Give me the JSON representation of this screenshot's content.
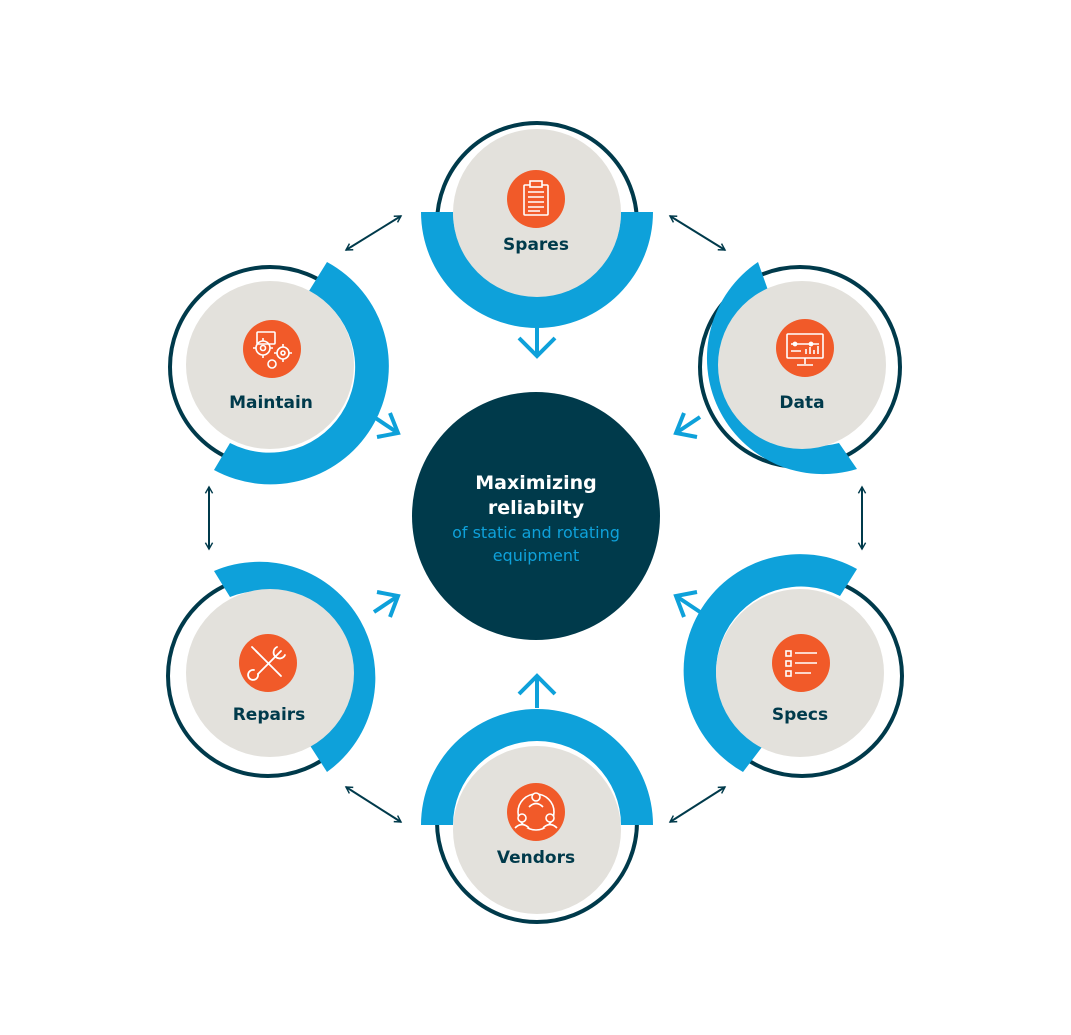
{
  "colors": {
    "navy": "#003a4b",
    "blue": "#0ea1da",
    "orange": "#f15a29",
    "gray": "#e3e1dc",
    "white": "#ffffff"
  },
  "center": {
    "title_line1": "Maximizing",
    "title_line2": "reliabilty",
    "subtitle_line1": "of static and rotating",
    "subtitle_line2": "equipment"
  },
  "nodes": [
    {
      "id": "spares",
      "label": "Spares",
      "icon": "clipboard-list-icon"
    },
    {
      "id": "data",
      "label": "Data",
      "icon": "monitor-chart-icon"
    },
    {
      "id": "specs",
      "label": "Specs",
      "icon": "checklist-icon"
    },
    {
      "id": "vendors",
      "label": "Vendors",
      "icon": "people-network-icon"
    },
    {
      "id": "repairs",
      "label": "Repairs",
      "icon": "wrench-screwdriver-icon"
    },
    {
      "id": "maintain",
      "label": "Maintain",
      "icon": "gears-icon"
    }
  ]
}
